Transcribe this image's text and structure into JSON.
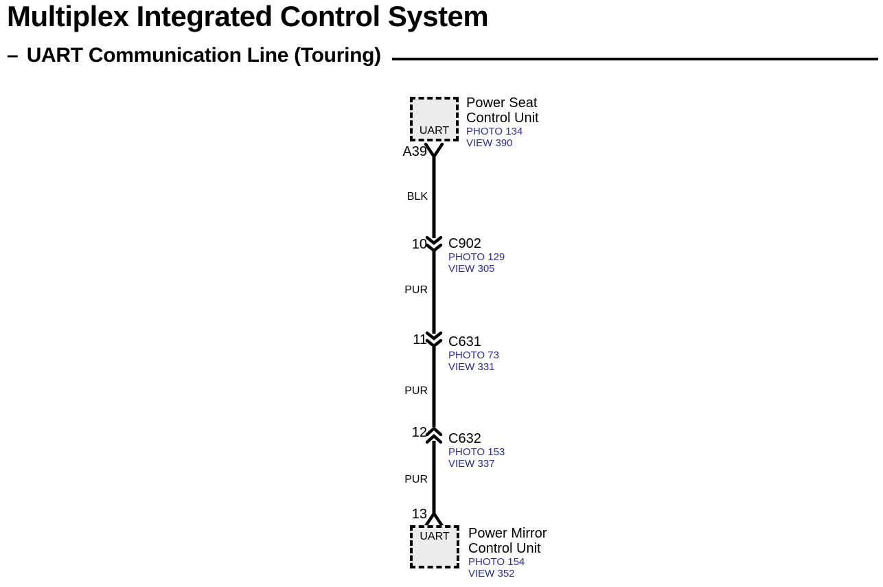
{
  "title": "Multiplex Integrated Control System",
  "subtitle": {
    "dash": "–",
    "text": "UART Communication Line (Touring)"
  },
  "colors": {
    "link_blue": "#2b2b9e",
    "wire_black": "#000000",
    "box_fill": "#ececec"
  },
  "diagram": {
    "top_unit": {
      "box_label": "UART",
      "pin": "A39",
      "name_line1": "Power Seat",
      "name_line2": "Control Unit",
      "photo": "PHOTO 134",
      "view": "VIEW 390"
    },
    "wires": [
      {
        "color": "BLK"
      },
      {
        "color": "PUR"
      },
      {
        "color": "PUR"
      },
      {
        "color": "PUR"
      }
    ],
    "connectors": [
      {
        "pin": "10",
        "name": "C902",
        "photo": "PHOTO 129",
        "view": "VIEW 305",
        "symbol": "double-chevron-down"
      },
      {
        "pin": "11",
        "name": "C631",
        "photo": "PHOTO 73",
        "view": "VIEW 331",
        "symbol": "double-chevron-down"
      },
      {
        "pin": "12",
        "name": "C632",
        "photo": "PHOTO 153",
        "view": "VIEW 337",
        "symbol": "double-chevron-up"
      }
    ],
    "bottom_unit": {
      "pin": "13",
      "box_label": "UART",
      "name_line1": "Power Mirror",
      "name_line2": "Control Unit",
      "photo": "PHOTO 154",
      "view": "VIEW 352"
    }
  }
}
